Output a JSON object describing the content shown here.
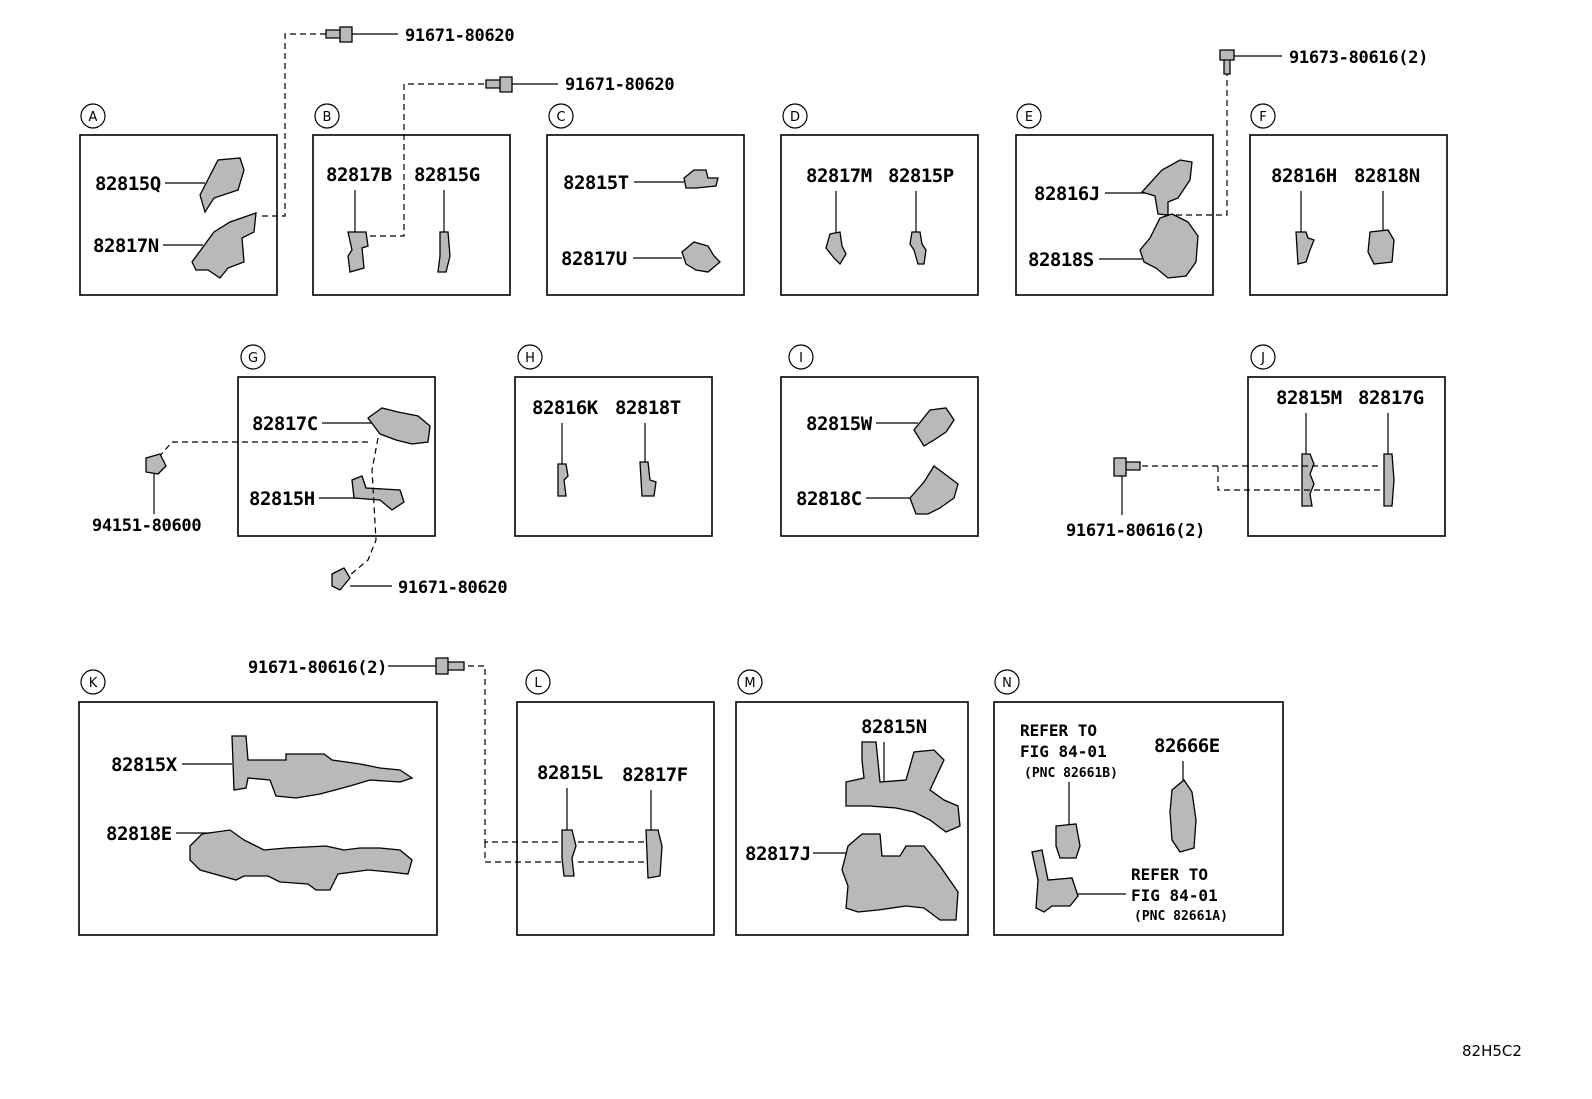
{
  "sections": [
    {
      "letter": "A",
      "parts": [
        "82815Q",
        "82817N"
      ]
    },
    {
      "letter": "B",
      "parts": [
        "82817B",
        "82815G"
      ]
    },
    {
      "letter": "C",
      "parts": [
        "82815T",
        "82817U"
      ]
    },
    {
      "letter": "D",
      "parts": [
        "82817M",
        "82815P"
      ]
    },
    {
      "letter": "E",
      "parts": [
        "82816J",
        "82818S"
      ]
    },
    {
      "letter": "F",
      "parts": [
        "82816H",
        "82818N"
      ]
    },
    {
      "letter": "G",
      "parts": [
        "82817C",
        "82815H"
      ]
    },
    {
      "letter": "H",
      "parts": [
        "82816K",
        "82818T"
      ]
    },
    {
      "letter": "I",
      "parts": [
        "82815W",
        "82818C"
      ]
    },
    {
      "letter": "J",
      "parts": [
        "82815M",
        "82817G"
      ]
    },
    {
      "letter": "K",
      "parts": [
        "82815X",
        "82818E"
      ]
    },
    {
      "letter": "L",
      "parts": [
        "82815L",
        "82817F"
      ]
    },
    {
      "letter": "M",
      "parts": [
        "82815N",
        "82817J"
      ]
    },
    {
      "letter": "N",
      "parts": [
        "82666E"
      ]
    }
  ],
  "fasteners": {
    "a": "91671-80620",
    "b": "91671-80620",
    "e": "91673-80616(2)",
    "g_clip": "94151-80600",
    "g_bolt": "91671-80620",
    "j": "91671-80616(2)",
    "k": "91671-80616(2)"
  },
  "refer_notes": [
    {
      "line1": "REFER TO",
      "line2": "FIG 84-01",
      "line3": "(PNC 82661B)"
    },
    {
      "line1": "REFER TO",
      "line2": "FIG 84-01",
      "line3": "(PNC 82661A)"
    }
  ],
  "diagram_code": "82H5C2"
}
